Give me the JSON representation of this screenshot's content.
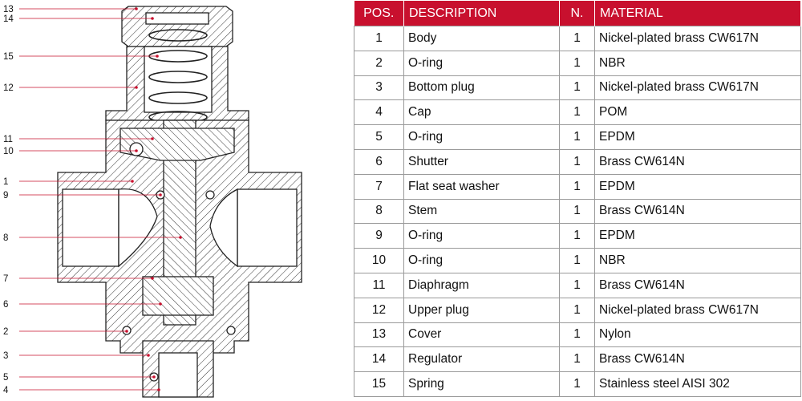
{
  "diagram": {
    "callouts": [
      "13",
      "14",
      "15",
      "12",
      "11",
      "10",
      "1",
      "9",
      "8",
      "7",
      "6",
      "2",
      "3",
      "5",
      "4"
    ],
    "accent_color": "#c8102e"
  },
  "table": {
    "headers": {
      "pos": "POS.",
      "description": "DESCRIPTION",
      "n": "N.",
      "material": "MATERIAL"
    },
    "rows": [
      {
        "pos": "1",
        "description": "Body",
        "n": "1",
        "material": "Nickel-plated brass CW617N"
      },
      {
        "pos": "2",
        "description": "O-ring",
        "n": "1",
        "material": "NBR"
      },
      {
        "pos": "3",
        "description": "Bottom plug",
        "n": "1",
        "material": "Nickel-plated brass CW617N"
      },
      {
        "pos": "4",
        "description": "Cap",
        "n": "1",
        "material": "POM"
      },
      {
        "pos": "5",
        "description": "O-ring",
        "n": "1",
        "material": "EPDM"
      },
      {
        "pos": "6",
        "description": "Shutter",
        "n": "1",
        "material": "Brass CW614N"
      },
      {
        "pos": "7",
        "description": "Flat seat washer",
        "n": "1",
        "material": "EPDM"
      },
      {
        "pos": "8",
        "description": "Stem",
        "n": "1",
        "material": "Brass CW614N"
      },
      {
        "pos": "9",
        "description": "O-ring",
        "n": "1",
        "material": "EPDM"
      },
      {
        "pos": "10",
        "description": "O-ring",
        "n": "1",
        "material": "NBR"
      },
      {
        "pos": "11",
        "description": "Diaphragm",
        "n": "1",
        "material": "Brass CW614N"
      },
      {
        "pos": "12",
        "description": "Upper plug",
        "n": "1",
        "material": "Nickel-plated brass CW617N"
      },
      {
        "pos": "13",
        "description": "Cover",
        "n": "1",
        "material": "Nylon"
      },
      {
        "pos": "14",
        "description": "Regulator",
        "n": "1",
        "material": "Brass CW614N"
      },
      {
        "pos": "15",
        "description": "Spring",
        "n": "1",
        "material": "Stainless steel AISI 302"
      }
    ]
  }
}
